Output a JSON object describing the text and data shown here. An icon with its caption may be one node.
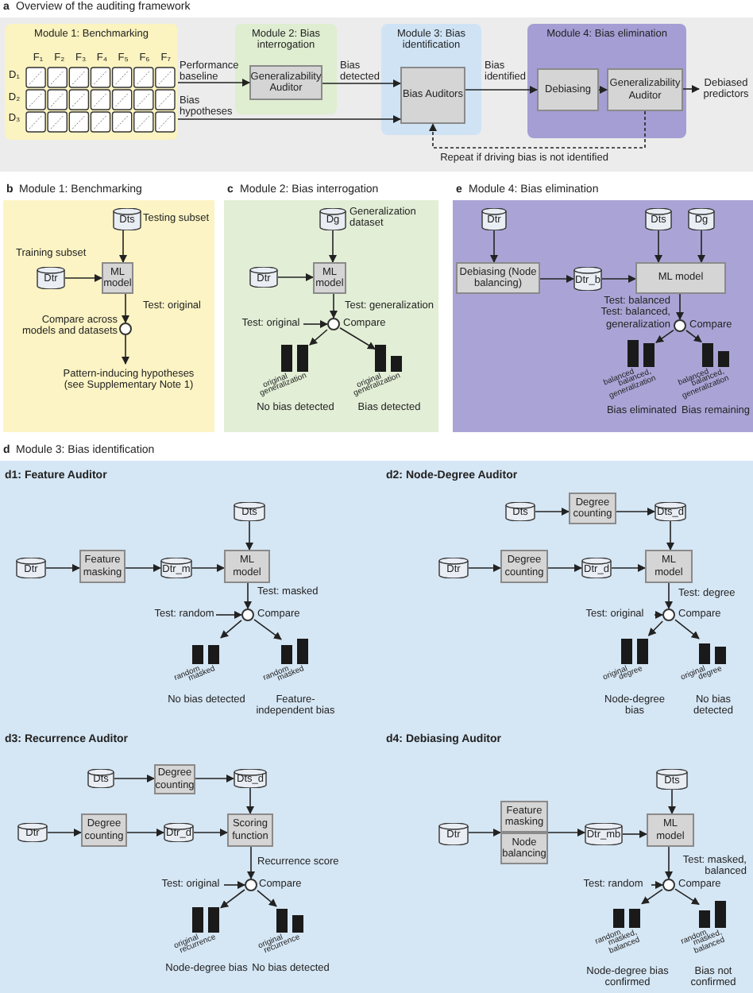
{
  "diagram": {
    "nodes": [
      {
        "text": [
          "a",
          "Overview of the auditing framework"
        ]
      },
      {
        "text": [
          "Module 1: Benchmarking"
        ],
        "in": 0
      },
      {
        "text": [],
        "shape": "box",
        "beside": [
          "F₁",
          "F₂",
          "F₃",
          "F₄",
          "F₅",
          "F₆",
          "F₇",
          "D₁",
          "D₂",
          "D₃"
        ],
        "in": 1
      },
      {
        "text": [
          "Module 2: Bias interrogation"
        ],
        "in": 0
      },
      {
        "text": [
          "Generalizability Auditor"
        ],
        "in": 3
      },
      {
        "text": [
          "Module 3: Bias identification"
        ],
        "in": 0
      },
      {
        "text": [
          "Bias Auditors"
        ],
        "in": 5
      },
      {
        "text": [
          "Module 4: Bias elimination"
        ],
        "in": 0
      },
      {
        "text": [
          "Debiasing"
        ],
        "in": 7
      },
      {
        "text": [
          "Generalizability Auditor"
        ],
        "in": 7
      },
      {
        "text": [
          "Debiased predictors"
        ],
        "in": 0
      },
      {
        "text": [
          "b",
          "Module 1: Benchmarking"
        ]
      },
      {
        "text": [
          "Dts"
        ],
        "beside": [
          "Testing subset"
        ],
        "in": 11
      },
      {
        "text": [
          "Dtr"
        ],
        "beside": [
          "Training subset"
        ],
        "in": 11
      },
      {
        "text": [
          "ML model"
        ],
        "in": 11
      },
      {
        "text": [],
        "shape": "circle",
        "beside": [
          "Compare across models and datasets"
        ],
        "in": 11
      },
      {
        "text": [
          "Pattern-inducing hypotheses (see Supplementary Note 1)"
        ],
        "in": 11
      },
      {
        "text": [
          "c",
          "Module 2: Bias interrogation"
        ]
      },
      {
        "text": [
          "Dg"
        ],
        "beside": [
          "Generalization dataset"
        ],
        "in": 17
      },
      {
        "text": [
          "Dtr"
        ],
        "in": 17
      },
      {
        "text": [
          "ML model"
        ],
        "in": 17
      },
      {
        "text": [
          "Test: original"
        ],
        "in": 17
      },
      {
        "text": [],
        "shape": "circle",
        "beside": [
          "Compare"
        ],
        "in": 17
      },
      {
        "text": [
          "original",
          "generalization",
          "No bias detected"
        ],
        "in": 17
      },
      {
        "text": [
          "original",
          "generalization",
          "Bias detected"
        ],
        "in": 17
      },
      {
        "text": [
          "e",
          "Module 4: Bias elimination"
        ]
      },
      {
        "text": [
          "Dtr"
        ],
        "in": 25
      },
      {
        "text": [
          "Debiasing (Node balancing)"
        ],
        "in": 25
      },
      {
        "text": [
          "Dtr_b"
        ],
        "in": 25
      },
      {
        "text": [
          "Dts"
        ],
        "in": 25
      },
      {
        "text": [
          "Dg"
        ],
        "in": 25
      },
      {
        "text": [
          "ML model"
        ],
        "in": 25
      },
      {
        "text": [],
        "shape": "circle",
        "beside": [
          "Compare"
        ],
        "in": 25
      },
      {
        "text": [
          "balanced",
          "balanced, generalization",
          "Bias eliminated"
        ],
        "in": 25
      },
      {
        "text": [
          "balanced",
          "balanced, generalization",
          "Bias remaining"
        ],
        "in": 25
      },
      {
        "text": [
          "d",
          "Module 3: Bias identification"
        ]
      },
      {
        "text": [
          "d1: Feature Auditor"
        ],
        "in": 35
      },
      {
        "text": [
          "Dtr"
        ],
        "in": 36
      },
      {
        "text": [
          "Feature masking"
        ],
        "in": 36
      },
      {
        "text": [
          "Dtr_m"
        ],
        "in": 36
      },
      {
        "text": [
          "Dts"
        ],
        "in": 36
      },
      {
        "text": [
          "ML model"
        ],
        "in": 36
      },
      {
        "text": [
          "Test: random"
        ],
        "in": 36
      },
      {
        "text": [],
        "shape": "circle",
        "beside": [
          "Compare"
        ],
        "in": 36
      },
      {
        "text": [
          "random",
          "masked",
          "No bias detected"
        ],
        "in": 36
      },
      {
        "text": [
          "random",
          "masked",
          "Feature-independent bias"
        ],
        "in": 36
      },
      {
        "text": [
          "d2: Node-Degree Auditor"
        ],
        "in": 35
      },
      {
        "text": [
          "Dts"
        ],
        "in": 46
      },
      {
        "text": [
          "Degree counting"
        ],
        "in": 46
      },
      {
        "text": [
          "Dts_d"
        ],
        "in": 46
      },
      {
        "text": [
          "Dtr"
        ],
        "in": 46
      },
      {
        "text": [
          "Degree counting"
        ],
        "in": 46
      },
      {
        "text": [
          "Dtr_d"
        ],
        "in": 46
      },
      {
        "text": [
          "ML model"
        ],
        "in": 46
      },
      {
        "text": [
          "Test: original"
        ],
        "in": 46
      },
      {
        "text": [],
        "shape": "circle",
        "beside": [
          "Compare"
        ],
        "in": 46
      },
      {
        "text": [
          "original",
          "degree",
          "Node-degree bias"
        ],
        "in": 46
      },
      {
        "text": [
          "original",
          "degree",
          "No bias detected"
        ],
        "in": 46
      },
      {
        "text": [
          "d3: Recurrence Auditor"
        ],
        "in": 35
      },
      {
        "text": [
          "Dts"
        ],
        "in": 58
      },
      {
        "text": [
          "Degree counting"
        ],
        "in": 58
      },
      {
        "text": [
          "Dts_d"
        ],
        "in": 58
      },
      {
        "text": [
          "Dtr"
        ],
        "in": 58
      },
      {
        "text": [
          "Degree counting"
        ],
        "in": 58
      },
      {
        "text": [
          "Dtr_d"
        ],
        "in": 58
      },
      {
        "text": [
          "Scoring function"
        ],
        "in": 58
      },
      {
        "text": [
          "Test: original"
        ],
        "in": 58
      },
      {
        "text": [],
        "shape": "circle",
        "beside": [
          "Compare"
        ],
        "in": 58
      },
      {
        "text": [
          "original",
          "recurrence",
          "Node-degree bias"
        ],
        "in": 58
      },
      {
        "text": [
          "original",
          "recurrence",
          "No bias detected"
        ],
        "in": 58
      },
      {
        "text": [
          "d4: Debiasing Auditor"
        ],
        "in": 35
      },
      {
        "text": [
          "Dtr"
        ],
        "in": 70
      },
      {
        "text": [
          "Feature masking"
        ],
        "in": 70
      },
      {
        "text": [
          "Node balancing"
        ],
        "in": 70
      },
      {
        "text": [
          "Dtr_mb"
        ],
        "in": 70
      },
      {
        "text": [
          "Dts"
        ],
        "in": 70
      },
      {
        "text": [
          "ML model"
        ],
        "in": 70
      },
      {
        "text": [
          "Test: random"
        ],
        "in": 70
      },
      {
        "text": [],
        "shape": "circle",
        "beside": [
          "Compare"
        ],
        "in": 70
      },
      {
        "text": [
          "random",
          "masked, balanced",
          "Node-degree bias confirmed"
        ],
        "in": 70
      },
      {
        "text": [
          "random",
          "masked, balanced",
          "Bias not confirmed"
        ],
        "in": 70
      }
    ],
    "edges": [
      {
        "from": 1,
        "to": 4,
        "arrow": "to",
        "label": "Performance baseline"
      },
      {
        "from": 1,
        "to": 6,
        "arrow": "to",
        "label": "Bias hypotheses"
      },
      {
        "from": 4,
        "to": 6,
        "arrow": "to",
        "label": "Bias detected"
      },
      {
        "from": 6,
        "to": 8,
        "arrow": "to",
        "label": "Bias identified"
      },
      {
        "from": 8,
        "to": 9,
        "arrow": "to"
      },
      {
        "from": 9,
        "to": 10,
        "arrow": "to"
      },
      {
        "from": 9,
        "to": 6,
        "arrow": "to",
        "style": "dashed",
        "label": "Repeat if driving bias is not identified"
      },
      {
        "from": 12,
        "to": 14,
        "arrow": "to"
      },
      {
        "from": 13,
        "to": 14,
        "arrow": "to"
      },
      {
        "from": 14,
        "to": 15,
        "arrow": "to",
        "label": "Test: original"
      },
      {
        "from": 15,
        "to": 16,
        "arrow": "to"
      },
      {
        "from": 18,
        "to": 20,
        "arrow": "to"
      },
      {
        "from": 19,
        "to": 20,
        "arrow": "to"
      },
      {
        "from": 20,
        "to": 22,
        "arrow": "to",
        "label": "Test: generalization"
      },
      {
        "from": 21,
        "to": 22,
        "arrow": "to"
      },
      {
        "from": 22,
        "to": 23,
        "arrow": "to"
      },
      {
        "from": 22,
        "to": 24,
        "arrow": "to"
      },
      {
        "from": 26,
        "to": 27,
        "arrow": "to"
      },
      {
        "from": 27,
        "to": 28,
        "arrow": "to"
      },
      {
        "from": 28,
        "to": 31,
        "arrow": "to"
      },
      {
        "from": 29,
        "to": 31,
        "arrow": "to"
      },
      {
        "from": 30,
        "to": 31,
        "arrow": "to"
      },
      {
        "from": 31,
        "to": 32,
        "arrow": "to",
        "label": "Test: balanced Test: balanced, generalization"
      },
      {
        "from": 32,
        "to": 33,
        "arrow": "to"
      },
      {
        "from": 32,
        "to": 34,
        "arrow": "to"
      },
      {
        "from": 37,
        "to": 38,
        "arrow": "to"
      },
      {
        "from": 38,
        "to": 39,
        "arrow": "to"
      },
      {
        "from": 39,
        "to": 41,
        "arrow": "to"
      },
      {
        "from": 40,
        "to": 41,
        "arrow": "to"
      },
      {
        "from": 41,
        "to": 43,
        "arrow": "to",
        "label": "Test: masked"
      },
      {
        "from": 42,
        "to": 43,
        "arrow": "to"
      },
      {
        "from": 43,
        "to": 44,
        "arrow": "to"
      },
      {
        "from": 43,
        "to": 45,
        "arrow": "to"
      },
      {
        "from": 47,
        "to": 48,
        "arrow": "to"
      },
      {
        "from": 48,
        "to": 49,
        "arrow": "to"
      },
      {
        "from": 49,
        "to": 53,
        "arrow": "to"
      },
      {
        "from": 50,
        "to": 51,
        "arrow": "to"
      },
      {
        "from": 51,
        "to": 52,
        "arrow": "to"
      },
      {
        "from": 52,
        "to": 53,
        "arrow": "to"
      },
      {
        "from": 53,
        "to": 55,
        "arrow": "to",
        "label": "Test: degree"
      },
      {
        "from": 54,
        "to": 55,
        "arrow": "to"
      },
      {
        "from": 55,
        "to": 56,
        "arrow": "to"
      },
      {
        "from": 55,
        "to": 57,
        "arrow": "to"
      },
      {
        "from": 59,
        "to": 60,
        "arrow": "to"
      },
      {
        "from": 60,
        "to": 61,
        "arrow": "to"
      },
      {
        "from": 61,
        "to": 65,
        "arrow": "to"
      },
      {
        "from": 62,
        "to": 63,
        "arrow": "to"
      },
      {
        "from": 63,
        "to": 64,
        "arrow": "to"
      },
      {
        "from": 64,
        "to": 65,
        "arrow": "to"
      },
      {
        "from": 65,
        "to": 67,
        "arrow": "to",
        "label": "Recurrence score"
      },
      {
        "from": 66,
        "to": 67,
        "arrow": "to"
      },
      {
        "from": 67,
        "to": 68,
        "arrow": "to"
      },
      {
        "from": 67,
        "to": 69,
        "arrow": "to"
      },
      {
        "from": 71,
        "to": 72,
        "arrow": "to"
      },
      {
        "from": 71,
        "to": 73,
        "arrow": "to"
      },
      {
        "from": 72,
        "to": 74,
        "arrow": "to"
      },
      {
        "from": 73,
        "to": 74,
        "arrow": "to"
      },
      {
        "from": 74,
        "to": 76,
        "arrow": "to"
      },
      {
        "from": 75,
        "to": 76,
        "arrow": "to"
      },
      {
        "from": 76,
        "to": 78,
        "arrow": "to",
        "label": "Test: masked, balanced"
      },
      {
        "from": 77,
        "to": 78,
        "arrow": "to"
      },
      {
        "from": 78,
        "to": 79,
        "arrow": "to"
      },
      {
        "from": 78,
        "to": 80,
        "arrow": "to"
      }
    ]
  }
}
